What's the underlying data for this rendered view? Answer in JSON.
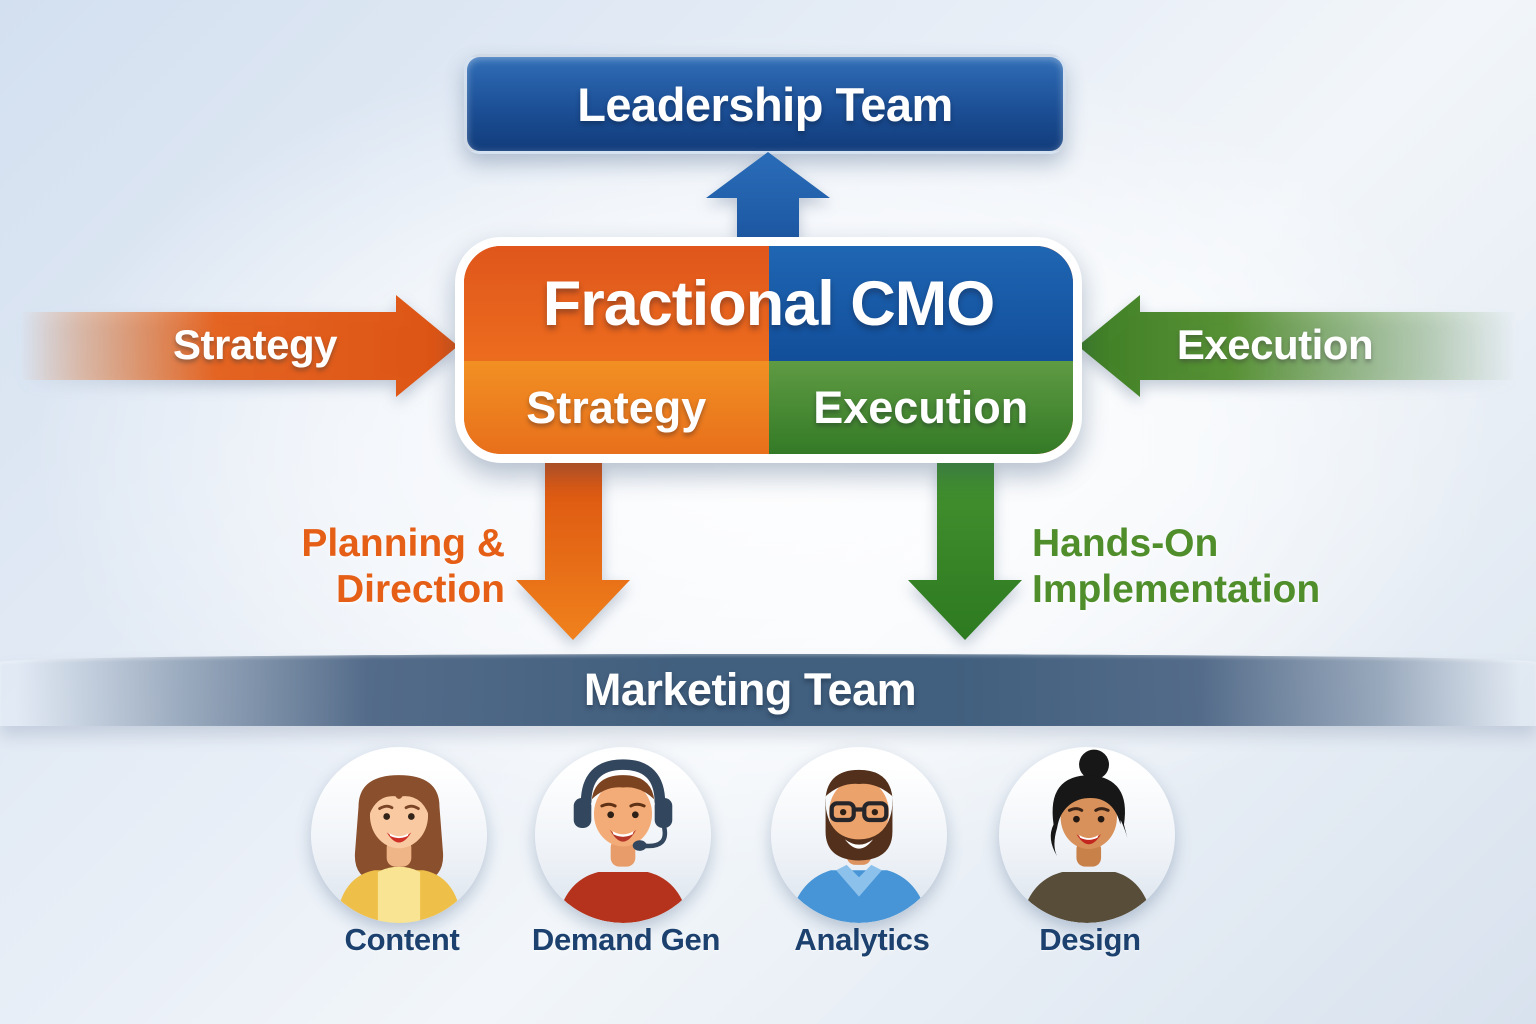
{
  "leadership": {
    "label": "Leadership Team"
  },
  "cmo_box": {
    "title": "Fractional CMO",
    "bottom_left_label": "Strategy",
    "bottom_right_label": "Execution"
  },
  "side_arrows": {
    "left_label": "Strategy",
    "right_label": "Execution"
  },
  "down_arrows": {
    "left_label_line1": "Planning &",
    "left_label_line2": "Direction",
    "right_label_line1": "Hands-On",
    "right_label_line2": "Implementation"
  },
  "marketing": {
    "label": "Marketing Team"
  },
  "team_members": [
    {
      "label": "Content",
      "avatar": "woman-brown-hair-yellow-top"
    },
    {
      "label": "Demand Gen",
      "avatar": "man-headset-red-shirt"
    },
    {
      "label": "Analytics",
      "avatar": "man-beard-glasses-blue-shirt"
    },
    {
      "label": "Design",
      "avatar": "woman-black-bun-olive-top"
    }
  ],
  "colors": {
    "orange_dark": "#e0561c",
    "orange_light": "#f29023",
    "blue": "#1f66b3",
    "navy": "#113c7b",
    "green_dark": "#347a26",
    "green_light": "#5f9b43",
    "up_arrow_blue": "#2263af",
    "orange_text": "#e55f17",
    "green_text": "#4f8e2b",
    "band": "#415f7e",
    "member_label": "#1c416f",
    "background": "#dde7f2"
  }
}
